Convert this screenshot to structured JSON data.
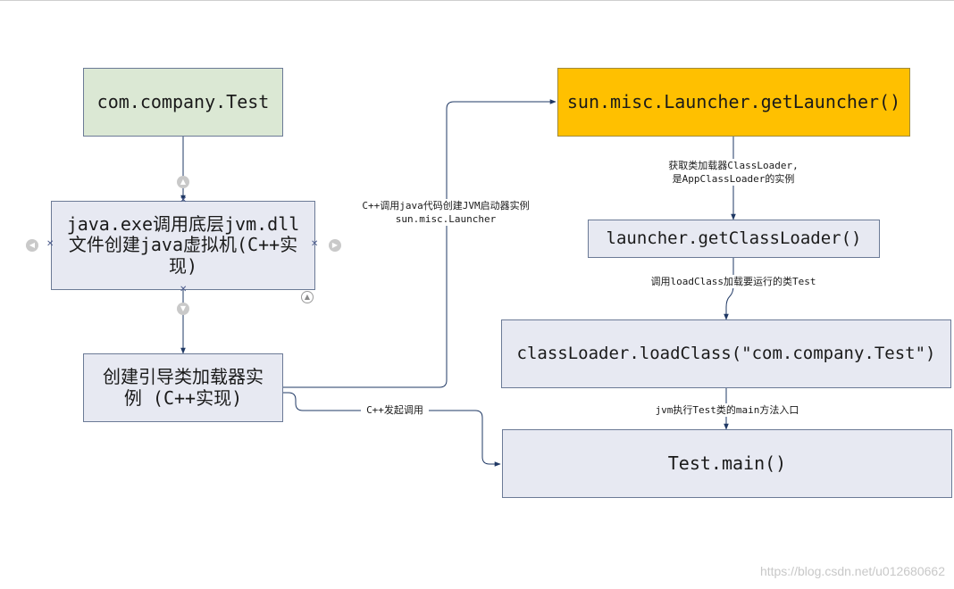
{
  "nodes": {
    "test_class": "com.company.Test",
    "java_exe": "java.exe调用底层jvm.dll文件创建java虚拟机(C++实现)",
    "bootstrap": "创建引导类加载器实例 (C++实现)",
    "launcher": "sun.misc.Launcher.getLauncher()",
    "get_loader": "launcher.getClassLoader()",
    "load_class": "classLoader.loadClass(\"com.company.Test\")",
    "main": "Test.main()"
  },
  "edge_labels": {
    "cpp_create_line1": "C++调用java代码创建JVM启动器实例",
    "cpp_create_line2": "sun.misc.Launcher",
    "get_loader_line1": "获取类加载器ClassLoader,",
    "get_loader_line2": "是AppClassLoader的实例",
    "load_test": "调用loadClass加载要运行的类Test",
    "jvm_main": "jvm执行Test类的main方法入口",
    "cpp_invoke": "C++发起调用"
  },
  "colors": {
    "green_fill": "#dbe8d4",
    "lavender_fill": "#e7e9f2",
    "gold_fill": "#ffc000",
    "connector": "#1f3864"
  },
  "icons": {
    "selection_handle": "circle-arrow-icon",
    "anchor_point": "x-mark-icon",
    "watermark": "https://blog.csdn.net/u012680662"
  }
}
